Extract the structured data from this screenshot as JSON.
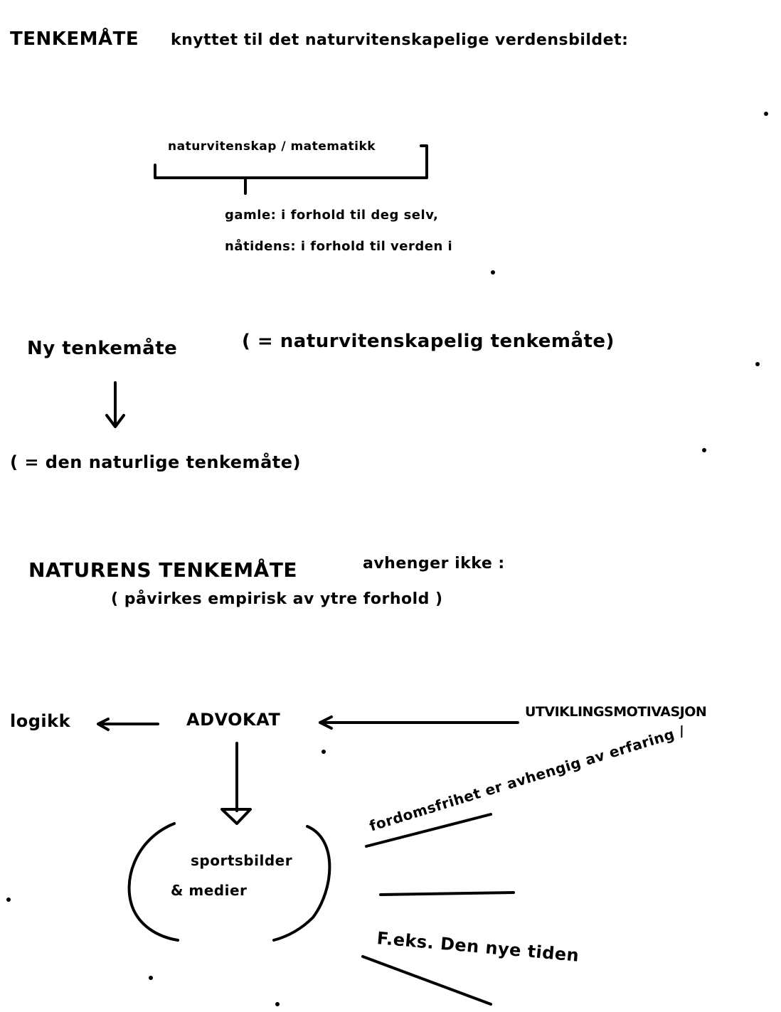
{
  "page": {
    "background": "#ffffff",
    "ink_color": "#000000",
    "lines": {
      "heading": "TENKEMÅTE",
      "heading_rest": "knyttet til det naturvitenskapelige verdensbildet:",
      "box_label": "naturvitenskap / matematikk",
      "sub_line_1": "gamle: i forhold til deg selv,",
      "sub_line_2": "nåtidens: i forhold til verden i",
      "ny_tenkemate": "Ny tenkemåte",
      "ny_tenkemate_paren": "( = naturvitenskapelig tenkemåte)",
      "den_naturlige": "( = den naturlige tenkemåte)",
      "naturens_tenkemate": "NATURENS TENKEMÅTE",
      "naturens_tenkemate_rest": "avhenger ikke :",
      "empirisk": "( påvirkes empirisk av ytre forhold )",
      "logikk": "logikk",
      "advokat": "ADVOKAT",
      "utvikling": "UTVIKLINGSMOTIVASJON",
      "diagonal_text": "fordomsfrihet er avhengig av erfaring /",
      "circle_line_1": "sportsbilder",
      "circle_line_2": "& medier",
      "example": "F.eks. Den nye tiden"
    }
  }
}
